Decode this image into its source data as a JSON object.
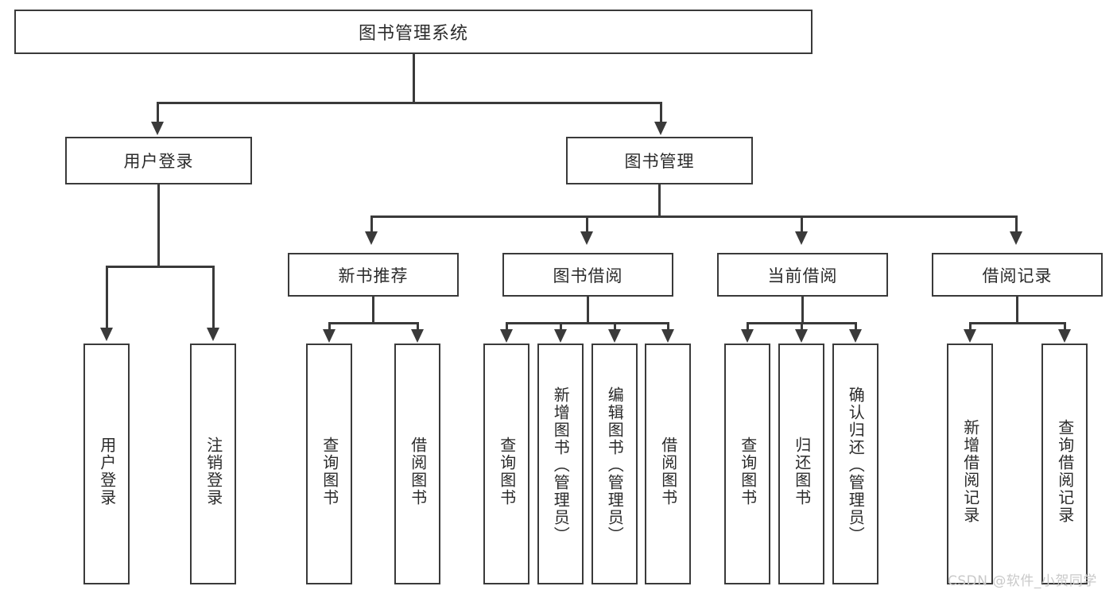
{
  "diagram": {
    "title": "图书管理系统",
    "type": "hierarchy-tree",
    "root": {
      "label": "图书管理系统"
    },
    "level2": [
      {
        "label": "用户登录"
      },
      {
        "label": "图书管理"
      }
    ],
    "level3": [
      {
        "label": "新书推荐"
      },
      {
        "label": "图书借阅"
      },
      {
        "label": "当前借阅"
      },
      {
        "label": "借阅记录"
      }
    ],
    "leaves": {
      "user_login": [
        {
          "label": "用户登录"
        },
        {
          "label": "注销登录"
        }
      ],
      "new_book_recommend": [
        {
          "label": "查询图书"
        },
        {
          "label": "借阅图书"
        }
      ],
      "book_borrow": [
        {
          "label": "查询图书"
        },
        {
          "label": "新增图书（管理员）"
        },
        {
          "label": "编辑图书（管理员）"
        },
        {
          "label": "借阅图书"
        }
      ],
      "current_borrow": [
        {
          "label": "查询图书"
        },
        {
          "label": "归还图书"
        },
        {
          "label": "确认归还（管理员）"
        }
      ],
      "borrow_record": [
        {
          "label": "新增借阅记录"
        },
        {
          "label": "查询借阅记录"
        }
      ]
    }
  },
  "watermark": {
    "text": "CSDN @软件_小贺同学"
  },
  "colors": {
    "stroke": "#3a3a3a",
    "background": "#ffffff",
    "text": "#2b2b2b",
    "watermark": "#c9c9c9"
  }
}
